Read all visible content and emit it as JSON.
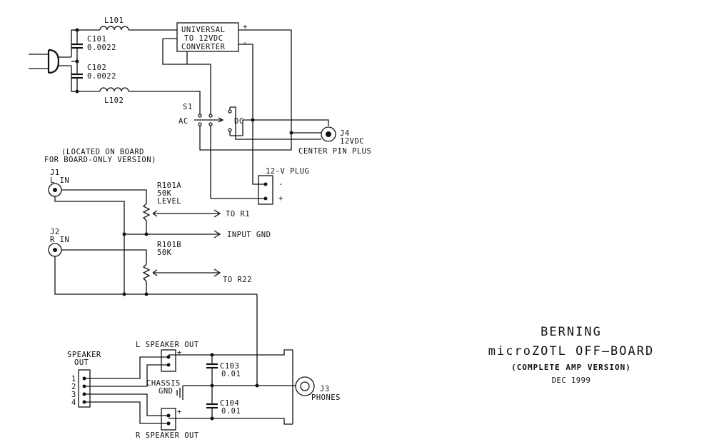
{
  "labels": {
    "l101": "L101",
    "l102": "L102",
    "c101": "C101",
    "c101_val": "0.0022",
    "c102": "C102",
    "c102_val": "0.0022",
    "converter_1": "UNIVERSAL",
    "converter_2": "TO 12VDC",
    "converter_3": "CONVERTER",
    "plus": "+",
    "minus": "-",
    "s1": "S1",
    "ac": "AC",
    "dc": "DC",
    "j4": "J4",
    "j4_val": "12VDC",
    "center_pin": "CENTER PIN PLUS",
    "located_1": "(LOCATED ON BOARD",
    "located_2": "FOR BOARD-ONLY VERSION)",
    "plug": "12-V PLUG",
    "plug_minus": "-",
    "plug_plus": "+",
    "j1": "J1",
    "j1_in": "L IN",
    "r101a": "R101A",
    "r101a_val": "50K",
    "level": "LEVEL",
    "to_r1": "TO R1",
    "input_gnd": "INPUT GND",
    "j2": "J2",
    "j2_in": "R IN",
    "r101b": "R101B",
    "r101b_val": "50K",
    "to_r22": "TO R22",
    "speaker_out_1": "SPEAKER",
    "speaker_out_2": "OUT",
    "pin1": "1",
    "pin2": "2",
    "pin3": "3",
    "pin4": "4",
    "l_speaker_out": "L SPEAKER OUT",
    "r_speaker_out": "R SPEAKER OUT",
    "chassis_1": "CHASSIS",
    "chassis_2": "GND",
    "c103": "C103",
    "c103_val": "0.01",
    "c104": "C104",
    "c104_val": "0.01",
    "j3": "J3",
    "phones": "PHONES",
    "l_plus": "+",
    "r_plus": "+"
  },
  "title": {
    "line1": "BERNING",
    "line2": "microZOTL OFF—BOARD",
    "line3": "(COMPLETE AMP VERSION)",
    "date": "DEC 1999"
  }
}
